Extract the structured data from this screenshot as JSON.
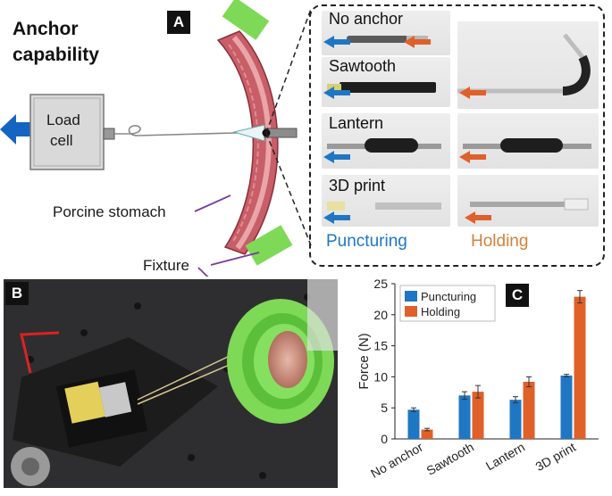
{
  "title": {
    "line1": "Anchor",
    "line2": "capability"
  },
  "panels": {
    "a": "A",
    "b": "B",
    "c": "C"
  },
  "labels": {
    "load_cell_1": "Load",
    "load_cell_2": "cell",
    "stomach": "Porcine stomach",
    "fixture": "Fixture"
  },
  "anchors": [
    "No anchor",
    "Sawtooth",
    "Lantern",
    "3D print"
  ],
  "modes": {
    "puncturing": "Puncturing",
    "holding": "Holding"
  },
  "colors": {
    "puncturing": "#1f77c4",
    "holding": "#e0602a",
    "fixture_green": "#7ed957",
    "tissue": "#c8606a"
  },
  "chart_data": {
    "type": "bar",
    "categories": [
      "No anchor",
      "Sawtooth",
      "Lantern",
      "3D print"
    ],
    "series": [
      {
        "name": "Puncturing",
        "values": [
          4.7,
          7.0,
          6.3,
          10.2
        ],
        "errors": [
          0.3,
          0.6,
          0.5,
          0.2
        ]
      },
      {
        "name": "Holding",
        "values": [
          1.5,
          7.6,
          9.2,
          22.9
        ],
        "errors": [
          0.2,
          1.0,
          0.8,
          1.0
        ]
      }
    ],
    "ylabel": "Force (N)",
    "ylim": [
      0,
      25
    ],
    "yticks": [
      0,
      5,
      10,
      15,
      20,
      25
    ],
    "legend": "top-left",
    "grid": false
  }
}
